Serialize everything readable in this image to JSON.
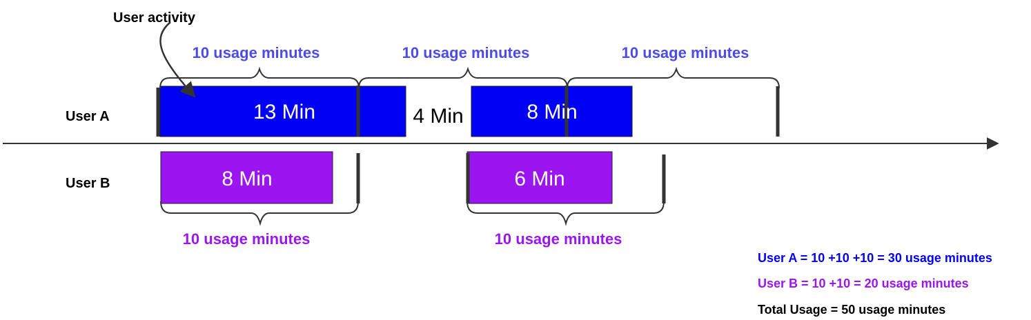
{
  "annotation": {
    "text": "User activity"
  },
  "rows": {
    "user_a": "User A",
    "user_b": "User B"
  },
  "blocks": {
    "a1": "13 Min",
    "gap": "4 Min",
    "a2": "8 Min",
    "b1": "8 Min",
    "b2": "6 Min"
  },
  "brackets": {
    "a1": "10 usage minutes",
    "a2": "10 usage minutes",
    "a3": "10 usage minutes",
    "b1": "10 usage minutes",
    "b2": "10 usage minutes"
  },
  "summary": {
    "user_a": "User A = 10 +10 +10 = 30 usage minutes",
    "user_b": "User B = 10 +10 = 20 usage minutes",
    "total": "Total Usage = 50 usage minutes"
  },
  "colors": {
    "user_a_block": "#0000f5",
    "user_b_block": "#9a15ef",
    "user_a_label": "#4b4bec",
    "user_b_label": "#9a15ef"
  }
}
